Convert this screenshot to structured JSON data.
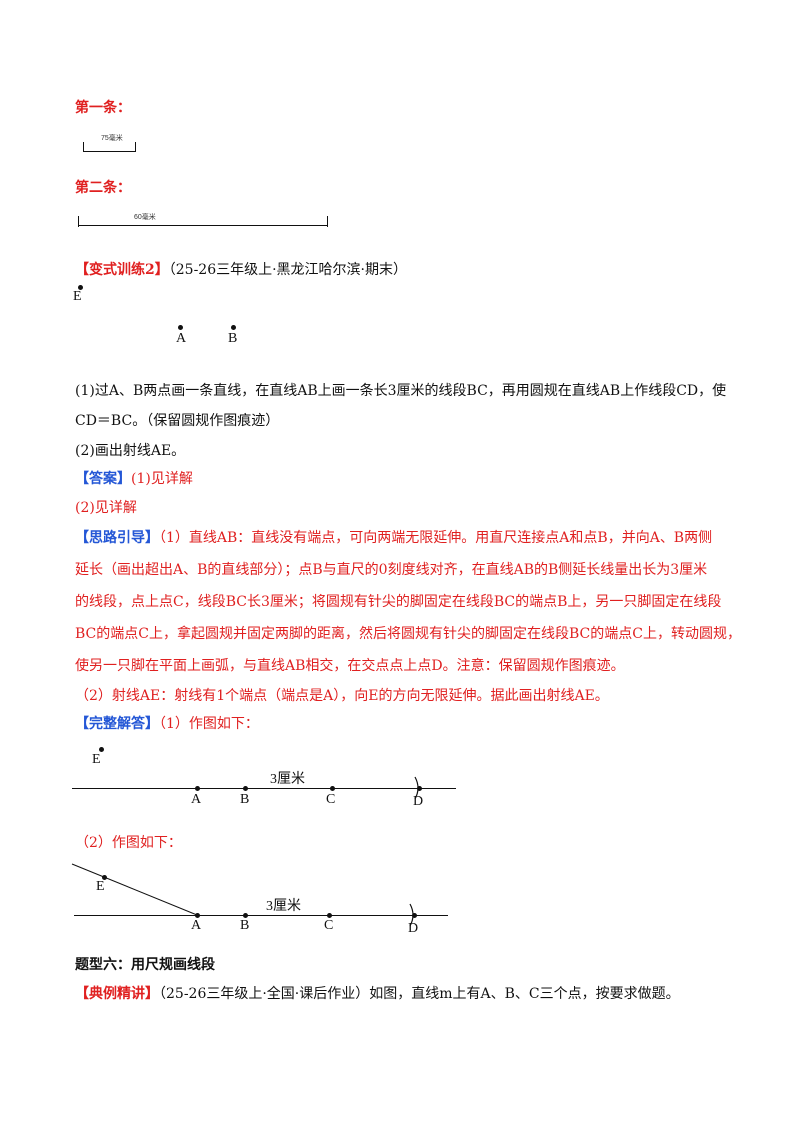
{
  "line1": {
    "label": "第一条：",
    "measure": "75毫米"
  },
  "line2": {
    "label": "第二条：",
    "measure": "60毫米"
  },
  "practice2": {
    "tag": "【变式训练2】",
    "source": "（25-26三年级上·黑龙江哈尔滨·期末）",
    "points": {
      "e": "E",
      "a": "A",
      "b": "B"
    },
    "q1_line1": "(1)过A、B两点画一条直线，在直线AB上画一条长3厘米的线段BC，再用圆规在直线AB上作线段CD，使",
    "q1_line2": "CD＝BC。（保留圆规作图痕迹）",
    "q2": "(2)画出射线AE。"
  },
  "answer": {
    "tag": "【答案】",
    "a1": "(1)见详解",
    "a2": "(2)见详解"
  },
  "guide": {
    "tag": "【思路引导】",
    "p1_line1": "（1）直线AB：直线没有端点，可向两端无限延伸。用直尺连接点A和点B，并向A、B两侧",
    "p1_line2": "延长（画出超出A、B的直线部分）；点B与直尺的0刻度线对齐，在直线AB的B侧延长线量出长为3厘米",
    "p1_line3": "的线段，点上点C，线段BC长3厘米；将圆规有针尖的脚固定在线段BC的端点B上，另一只脚固定在线段",
    "p1_line4": "BC的端点C上，拿起圆规并固定两脚的距离，然后将圆规有针尖的脚固定在线段BC的端点C上，转动圆规，",
    "p1_line5": "使另一只脚在平面上画弧，与直线AB相交，在交点点上点D。注意：保留圆规作图痕迹。",
    "p2": "（2）射线AE：射线有1个端点（端点是A），向E的方向无限延伸。据此画出射线AE。"
  },
  "full": {
    "tag": "【完整解答】",
    "s1": "（1）作图如下：",
    "s2": "（2）作图如下：",
    "fig": {
      "e": "E",
      "a": "A",
      "b": "B",
      "c": "C",
      "d": "D",
      "len": "3厘米"
    }
  },
  "section6": {
    "title": "题型六：用尺规画线段"
  },
  "example": {
    "tag": "【典例精讲】",
    "text": "（25-26三年级上·全国·课后作业）如图，直线m上有A、B、C三个点，按要求做题。"
  },
  "colors": {
    "red": "#e02020",
    "blue": "#2457d6"
  }
}
